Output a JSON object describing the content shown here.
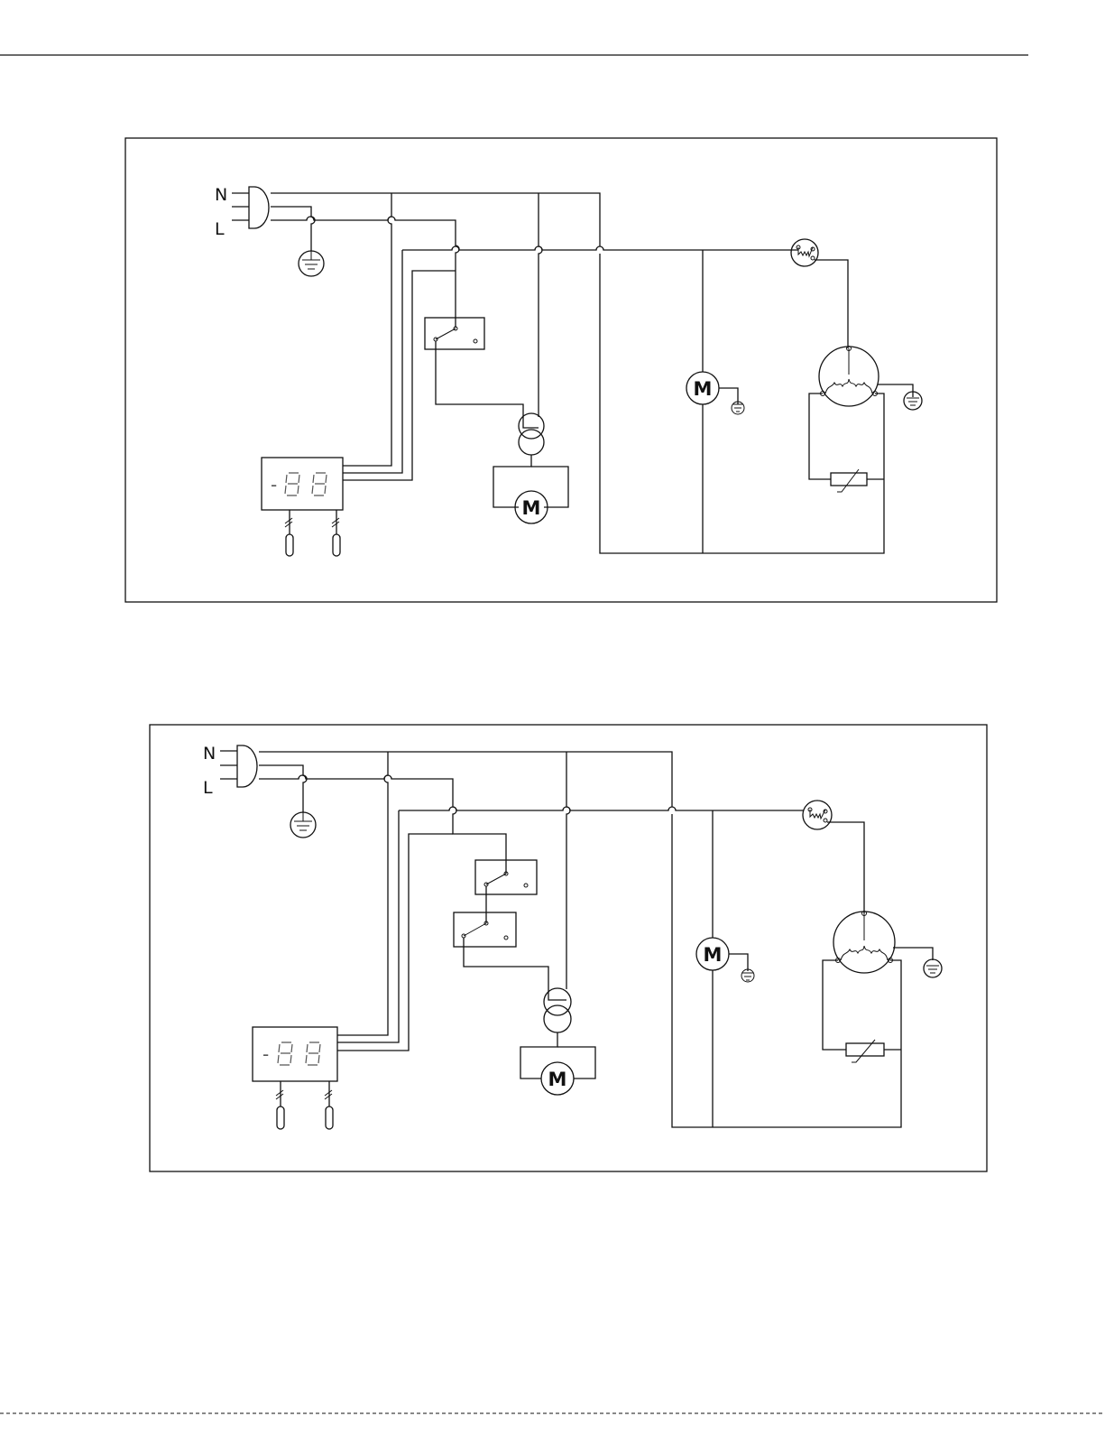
{
  "page": {
    "domain": "Document",
    "background": "#ffffff",
    "ink": "#111111"
  },
  "labels": {
    "neutral": "N",
    "live": "L",
    "motor": "M",
    "display_minus": "-",
    "display_digit_1": "8",
    "display_digit_2": "8"
  },
  "diagrams": [
    {
      "relays": 1
    },
    {
      "relays": 2
    }
  ]
}
